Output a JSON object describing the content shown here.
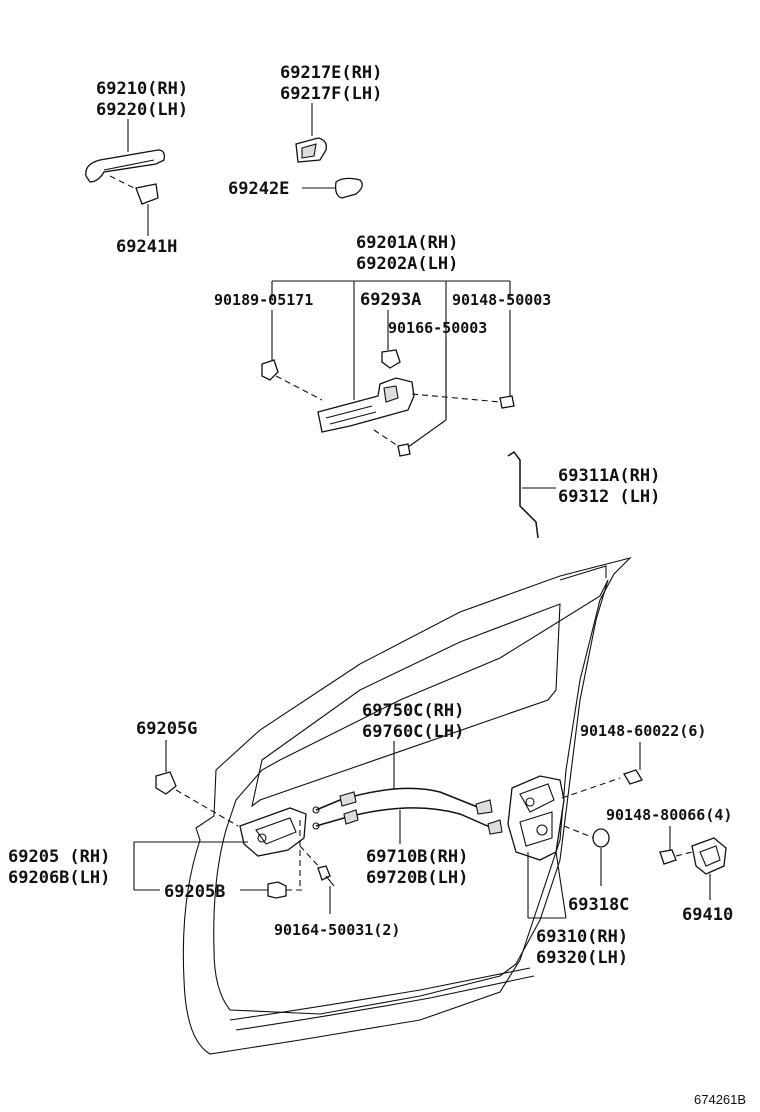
{
  "labels": {
    "p69210": "69210(RH)",
    "p69220": "69220(LH)",
    "p69217e": "69217E(RH)",
    "p69217f": "69217F(LH)",
    "p69242e": "69242E",
    "p69241h": "69241H",
    "p69201a": "69201A(RH)",
    "p69202a": "69202A(LH)",
    "p90189": "90189-05171",
    "p69293a": "69293A",
    "p90148_50003": "90148-50003",
    "p90166": "90166-50003",
    "p69311a": "69311A(RH)",
    "p69312": "69312  (LH)",
    "p69750c": "69750C(RH)",
    "p69760c": "69760C(LH)",
    "p69205g": "69205G",
    "p90148_60022": "90148-60022(6)",
    "p90148_80066": "90148-80066(4)",
    "p69205": "69205  (RH)",
    "p69206b": "69206B(LH)",
    "p69710b": "69710B(RH)",
    "p69720b": "69720B(LH)",
    "p69318c": "69318C",
    "p69205b": "69205B",
    "p69410": "69410",
    "p69310": "69310(RH)",
    "p69320": "69320(LH)",
    "p90164": "90164-50031(2)"
  },
  "figure_id": "674261B"
}
